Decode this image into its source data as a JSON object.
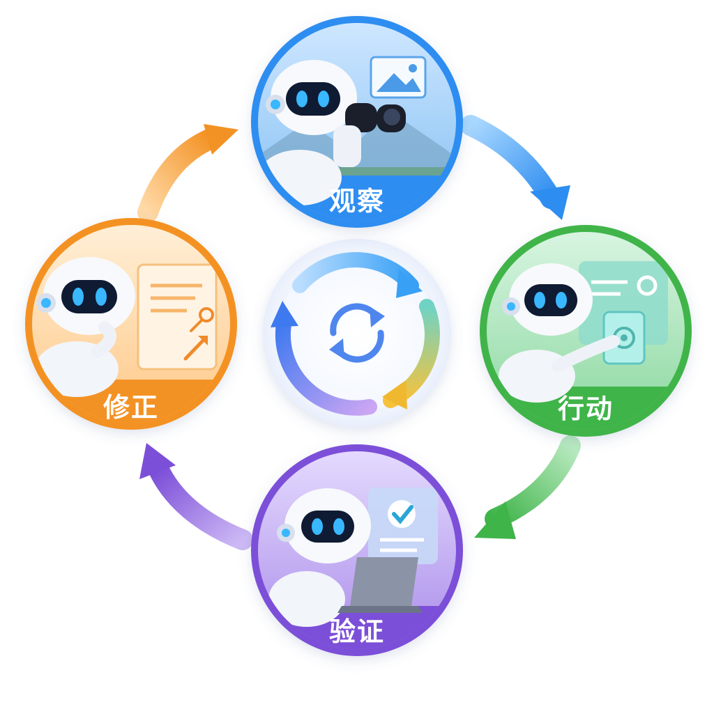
{
  "colors": {
    "observe": "#2e8df0",
    "act": "#3fb449",
    "verify": "#7c4fd8",
    "correct": "#f39224"
  },
  "stages": {
    "observe": {
      "label": "观察",
      "icon": "binoculars-icon",
      "screen_icon": "image-icon"
    },
    "act": {
      "label": "行动",
      "icon": "touch-screen-icon",
      "screen_icon": "gear-icon"
    },
    "verify": {
      "label": "验证",
      "icon": "laptop-icon",
      "screen_icon": "checkmark-icon"
    },
    "correct": {
      "label": "修正",
      "icon": "document-edit-icon",
      "screen_icon": "key-icon"
    }
  },
  "center": {
    "icon": "refresh-cycle-icon"
  }
}
